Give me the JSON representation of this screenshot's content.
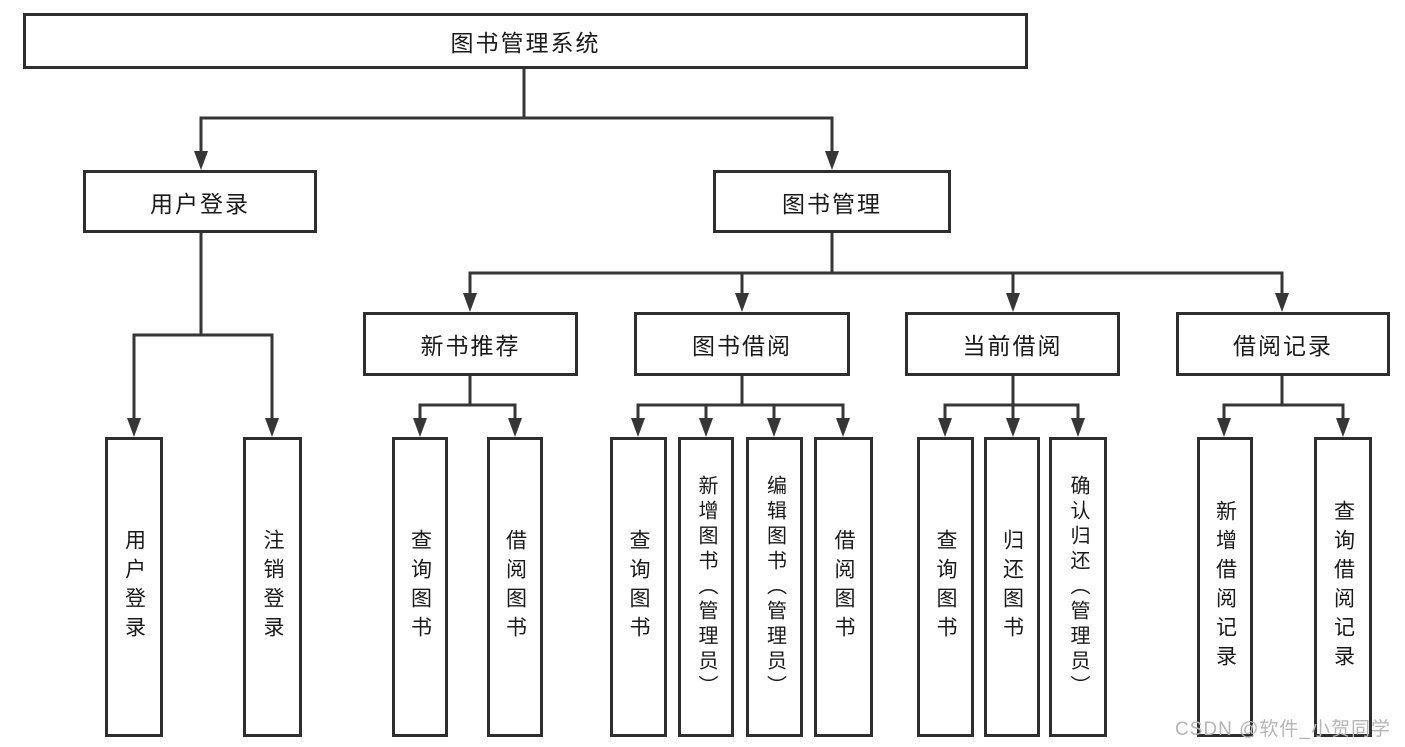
{
  "tree": {
    "label": "图书管理系统",
    "children": [
      {
        "label": "用户登录",
        "children": [
          {
            "label": "用户登录"
          },
          {
            "label": "注销登录"
          }
        ]
      },
      {
        "label": "图书管理",
        "children": [
          {
            "label": "新书推荐",
            "children": [
              {
                "label": "查询图书"
              },
              {
                "label": "借阅图书"
              }
            ]
          },
          {
            "label": "图书借阅",
            "children": [
              {
                "label": "查询图书"
              },
              {
                "label": "新增图书（管理员）"
              },
              {
                "label": "编辑图书（管理员）"
              },
              {
                "label": "借阅图书"
              }
            ]
          },
          {
            "label": "当前借阅",
            "children": [
              {
                "label": "查询图书"
              },
              {
                "label": "归还图书"
              },
              {
                "label": "确认归还（管理员）"
              }
            ]
          },
          {
            "label": "借阅记录",
            "children": [
              {
                "label": "新增借阅记录"
              },
              {
                "label": "查询借阅记录"
              }
            ]
          }
        ]
      }
    ]
  },
  "watermark": {
    "text": "CSDN @软件_小贺同学",
    "color": "#b5b5b5"
  },
  "colors": {
    "line": "#363636",
    "box_border": "#2e2e2e",
    "text": "#1a1a1a",
    "background": "#ffffff"
  }
}
